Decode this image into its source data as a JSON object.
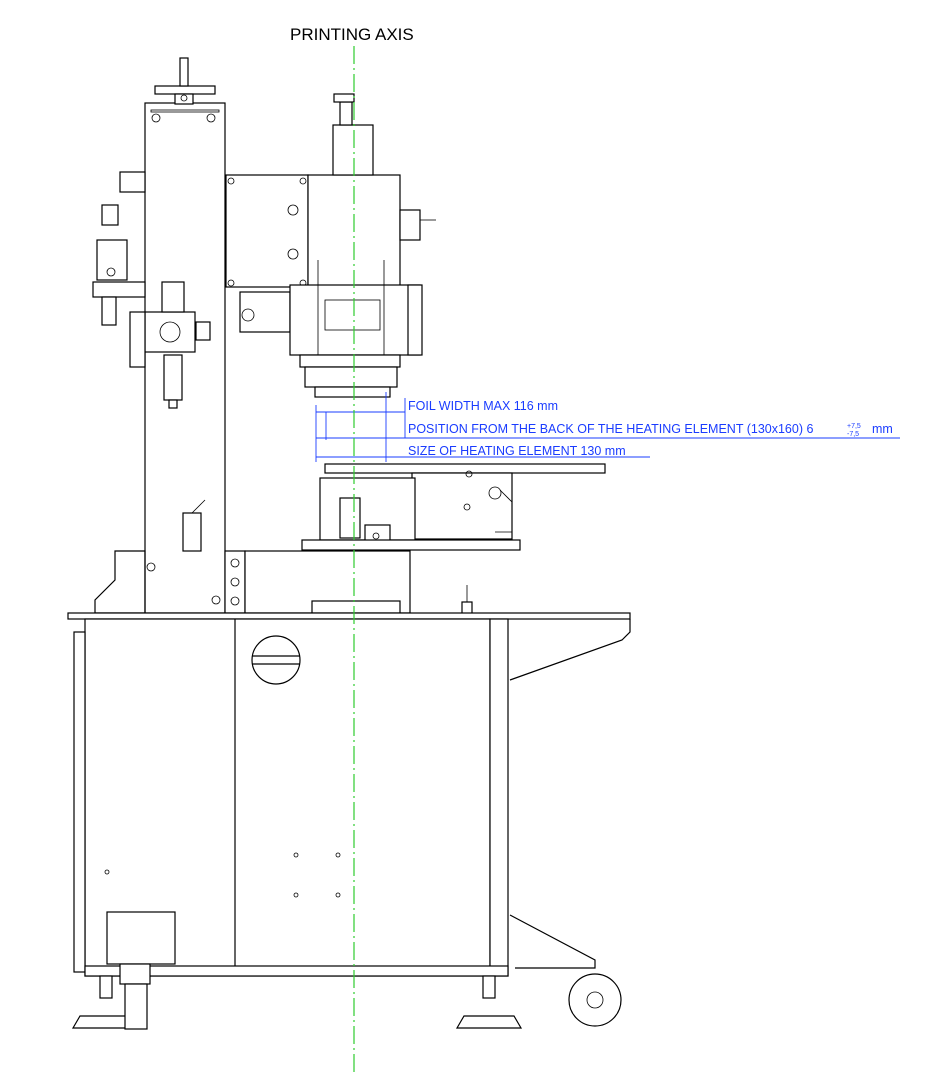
{
  "title": "PRINTING AXIS",
  "dimensions": {
    "foil_width": "FOIL WIDTH MAX 116 mm",
    "position_prefix": "POSITION FROM THE BACK OF THE HEATING ELEMENT (130x160) 6",
    "tol_upper": "+7,5",
    "tol_lower": "-7,5",
    "position_unit": "mm",
    "heating_size": "SIZE OF HEATING ELEMENT 130 mm"
  },
  "colors": {
    "axis": "#2ecc2e",
    "dimension": "#1a3cff",
    "outline": "#000000"
  }
}
